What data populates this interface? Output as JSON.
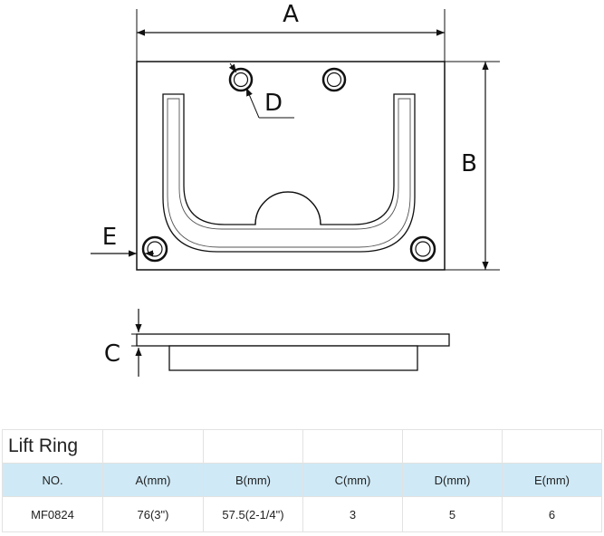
{
  "drawing": {
    "labels": {
      "a": "A",
      "b": "B",
      "c": "C",
      "d": "D",
      "e": "E"
    }
  },
  "table": {
    "title": "Lift Ring",
    "headers": [
      "NO.",
      "A(mm)",
      "B(mm)",
      "C(mm)",
      "D(mm)",
      "E(mm)"
    ],
    "rows": [
      [
        "MF0824",
        "76(3\")",
        "57.5(2-1/4\")",
        "3",
        "5",
        "6"
      ]
    ]
  }
}
